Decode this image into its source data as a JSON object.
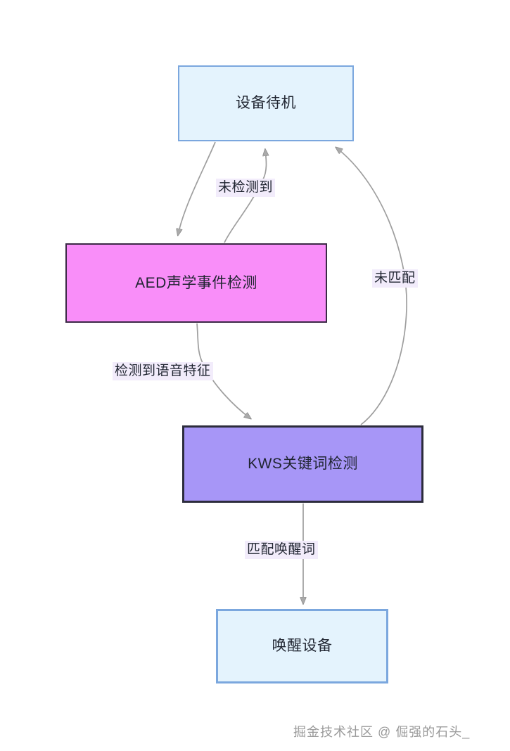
{
  "diagram": {
    "type": "flowchart",
    "orientation": "top-down",
    "nodes": [
      {
        "id": "standby",
        "label": "设备待机",
        "fill": "#e4f3fd",
        "stroke": "#7ba7de"
      },
      {
        "id": "aed",
        "label": "AED声学事件检测",
        "fill": "#f98ef9",
        "stroke": "#3c2a46"
      },
      {
        "id": "kws",
        "label": "KWS关键词检测",
        "fill": "#a796f7",
        "stroke": "#2c2c3c"
      },
      {
        "id": "wake",
        "label": "唤醒设备",
        "fill": "#e4f3fd",
        "stroke": "#7ba7de"
      }
    ],
    "edges": [
      {
        "from": "standby",
        "to": "aed",
        "label": ""
      },
      {
        "from": "aed",
        "to": "standby",
        "label": "未检测到"
      },
      {
        "from": "aed",
        "to": "kws",
        "label": "检测到语音特征"
      },
      {
        "from": "kws",
        "to": "standby",
        "label": "未匹配"
      },
      {
        "from": "kws",
        "to": "wake",
        "label": "匹配唤醒词"
      }
    ],
    "edge_color": "#9a9a9a",
    "label_background": "#f2ecfb"
  },
  "watermark": {
    "text": "掘金技术社区 @ 倔强的石头_"
  }
}
